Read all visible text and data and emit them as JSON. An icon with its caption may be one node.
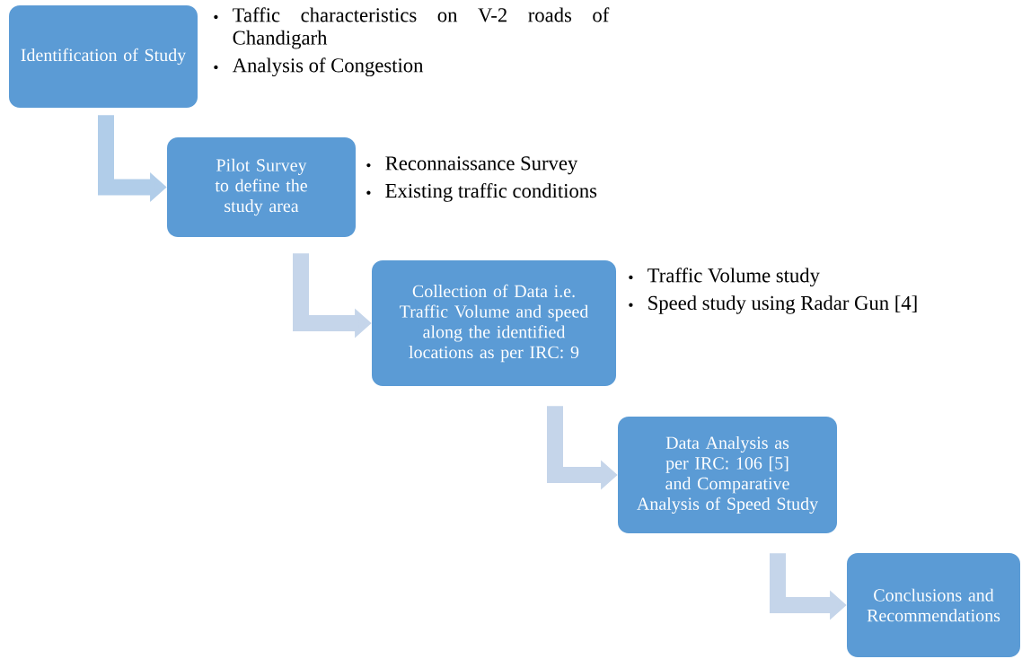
{
  "diagram": {
    "nodes": [
      {
        "text": [
          "Identification of Study"
        ],
        "beside": [
          "Taffic characteristics on V-2 roads of Chandigarh",
          "Analysis of Congestion"
        ]
      },
      {
        "text": [
          "Pilot Survey to define the study area"
        ],
        "beside": [
          "Reconnaissance Survey",
          "Existing traffic conditions"
        ]
      },
      {
        "text": [
          "Collection of Data i.e. Traffic Volume and speed along the identified locations as per IRC: 9"
        ],
        "beside": [
          "Traffic Volume study",
          "Speed study using Radar Gun [4]"
        ]
      },
      {
        "text": [
          "Data Analysis as per IRC: 106 [5] and Comparative Analysis of Speed Study"
        ]
      },
      {
        "text": [
          "Conclusions and Recommendations"
        ]
      }
    ],
    "edges": [
      {
        "from": 0,
        "to": 1,
        "arrow": "to"
      },
      {
        "from": 1,
        "to": 2,
        "arrow": "to"
      },
      {
        "from": 2,
        "to": 3,
        "arrow": "to"
      },
      {
        "from": 3,
        "to": 4,
        "arrow": "to"
      }
    ]
  }
}
